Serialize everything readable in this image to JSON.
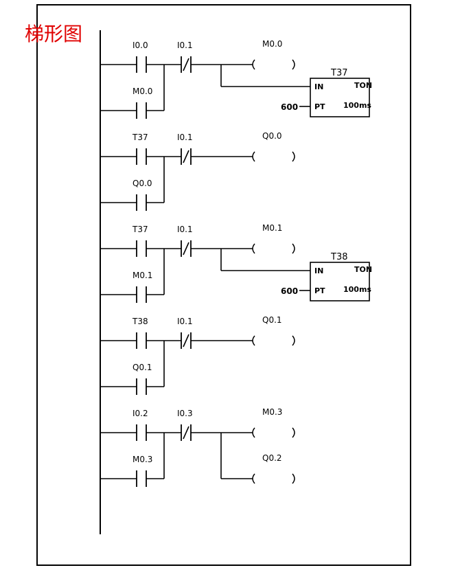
{
  "title": "梯形图",
  "rungs": [
    {
      "contacts": [
        {
          "main": "I0.0",
          "parallel": "M0.0"
        },
        {
          "nc": "I0.1"
        }
      ],
      "coils": [
        "M0.0"
      ],
      "timer": {
        "name": "T37",
        "type": "TON",
        "in": "IN",
        "pt": "PT",
        "preset": "600",
        "base": "100ms"
      }
    },
    {
      "contacts": [
        {
          "main": "T37",
          "parallel": "Q0.0"
        },
        {
          "nc": "I0.1"
        }
      ],
      "coils": [
        "Q0.0"
      ]
    },
    {
      "contacts": [
        {
          "main": "T37",
          "parallel": "M0.1"
        },
        {
          "nc": "I0.1"
        }
      ],
      "coils": [
        "M0.1"
      ],
      "timer": {
        "name": "T38",
        "type": "TON",
        "in": "IN",
        "pt": "PT",
        "preset": "600",
        "base": "100ms"
      }
    },
    {
      "contacts": [
        {
          "main": "T38",
          "parallel": "Q0.1"
        },
        {
          "nc": "I0.1"
        }
      ],
      "coils": [
        "Q0.1"
      ]
    },
    {
      "contacts": [
        {
          "main": "I0.2",
          "parallel": "M0.3"
        },
        {
          "nc": "I0.3"
        }
      ],
      "coils": [
        "M0.3",
        "Q0.2"
      ]
    }
  ],
  "colors": {
    "title": "#e00000",
    "lines": "#000000"
  }
}
